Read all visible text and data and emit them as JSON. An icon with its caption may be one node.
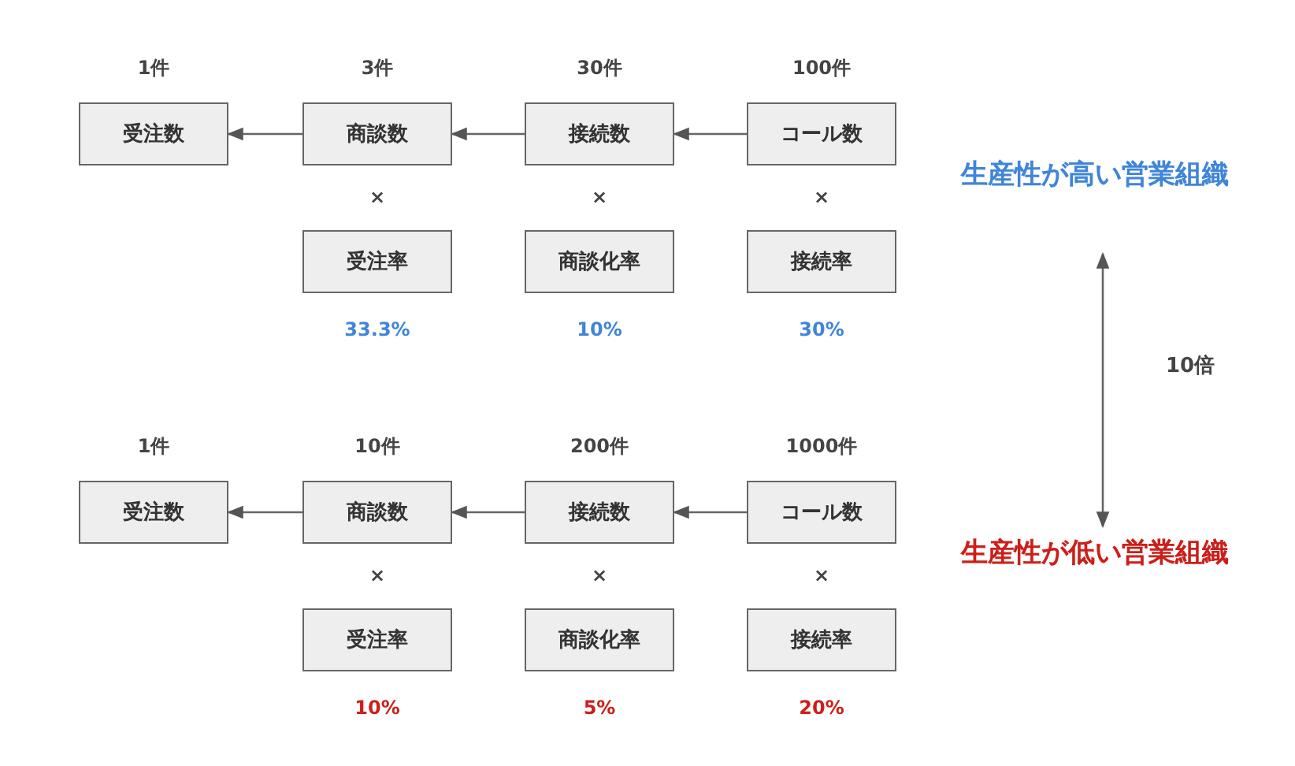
{
  "diagram": {
    "nodes": [
      {
        "text": [
          "受注数"
        ],
        "beside": [
          "1件"
        ]
      },
      {
        "text": [
          "商談数"
        ],
        "beside": [
          "3件"
        ]
      },
      {
        "text": [
          "接続数"
        ],
        "beside": [
          "30件"
        ]
      },
      {
        "text": [
          "コール数"
        ],
        "beside": [
          "100件"
        ]
      },
      {
        "text": [
          "生産性が高い営業組織"
        ]
      },
      {
        "text": [
          "受注率"
        ],
        "beside": [
          "33.3%"
        ]
      },
      {
        "text": [
          "商談化率"
        ],
        "beside": [
          "10%"
        ]
      },
      {
        "text": [
          "接続率"
        ],
        "beside": [
          "30%"
        ]
      },
      {
        "text": [
          "受注数"
        ],
        "beside": [
          "1件"
        ]
      },
      {
        "text": [
          "商談数"
        ],
        "beside": [
          "10件"
        ]
      },
      {
        "text": [
          "接続数"
        ],
        "beside": [
          "200件"
        ]
      },
      {
        "text": [
          "コール数"
        ],
        "beside": [
          "1000件"
        ]
      },
      {
        "text": [
          "生産性が低い営業組織"
        ]
      },
      {
        "text": [
          "受注率"
        ],
        "beside": [
          "10%"
        ]
      },
      {
        "text": [
          "商談化率"
        ],
        "beside": [
          "5%"
        ]
      },
      {
        "text": [
          "接続率"
        ],
        "beside": [
          "20%"
        ]
      }
    ],
    "edges": [
      {
        "from": 3,
        "to": 2,
        "arrow": "to"
      },
      {
        "from": 2,
        "to": 1,
        "arrow": "to"
      },
      {
        "from": 1,
        "to": 0,
        "arrow": "to"
      },
      {
        "from": 4,
        "to": 12,
        "arrow": "both",
        "label": "10倍"
      },
      {
        "from": 11,
        "to": 10,
        "arrow": "to"
      },
      {
        "from": 10,
        "to": 9,
        "arrow": "to"
      },
      {
        "from": 9,
        "to": 8,
        "arrow": "to"
      }
    ],
    "labels": [
      "×",
      "×",
      "×",
      "×",
      "×",
      "×"
    ]
  }
}
